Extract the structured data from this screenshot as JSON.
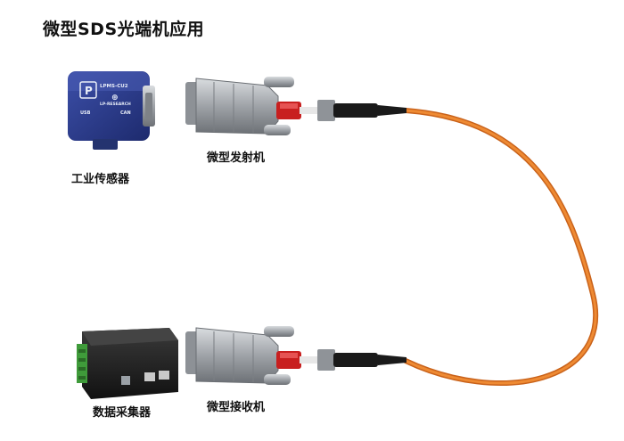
{
  "title": "微型SDS光端机应用",
  "labels": {
    "sensor": "工业传感器",
    "transmitter": "微型发射机",
    "collector": "数据采集器",
    "receiver": "微型接收机"
  },
  "sensor_device_text": {
    "model": "LPMS-CU2",
    "usb": "USB",
    "can": "CAN",
    "brand": "LP-RESEARCH"
  },
  "colors": {
    "cable": "#e3771f",
    "sensor_body": "#2a3a8c",
    "connector_metal": "#a9adb2",
    "ferrule_red": "#d42222",
    "collector_body": "#1b1b1b",
    "terminal_green": "#3f9b3a"
  }
}
